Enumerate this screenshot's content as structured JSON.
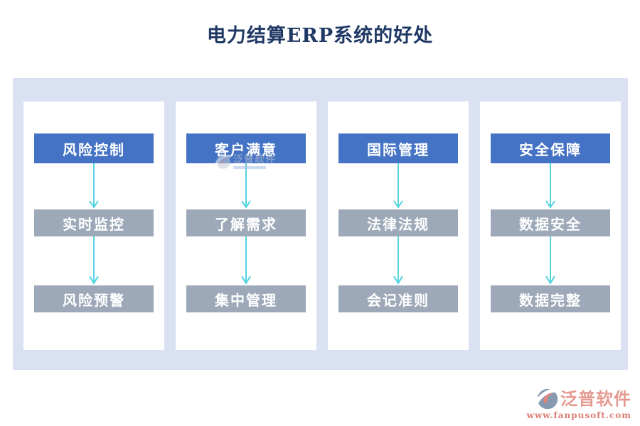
{
  "title": "电力结算ERP系统的好处",
  "colors": {
    "title_text": "#1f3864",
    "panel_bg": "#dae1f3",
    "column_bg": "#ffffff",
    "header_box_bg": "#4472c4",
    "step_box_bg": "#9da8b8",
    "box_text": "#ffffff",
    "arrow": "#53d3e0",
    "brand_text": "#e59a91",
    "brand_url_text": "#dd7f74",
    "logo_gray": "#8699ae",
    "logo_salmon": "#e2867c"
  },
  "columns": [
    {
      "header": "风险控制",
      "step1": "实时监控",
      "step2": "风险预警"
    },
    {
      "header": "客户满意",
      "step1": "了解需求",
      "step2": "集中管理"
    },
    {
      "header": "国际管理",
      "step1": "法律法规",
      "step2": "会记准则"
    },
    {
      "header": "安全保障",
      "step1": "数据安全",
      "step2": "数据完整"
    }
  ],
  "icons": {
    "down_arrow": "↓",
    "logo": "fanpu-swoosh-circle"
  },
  "watermark": {
    "brand": "泛普软件"
  },
  "footer": {
    "brand": "泛普软件",
    "url": "www.fanpusoft.com"
  }
}
